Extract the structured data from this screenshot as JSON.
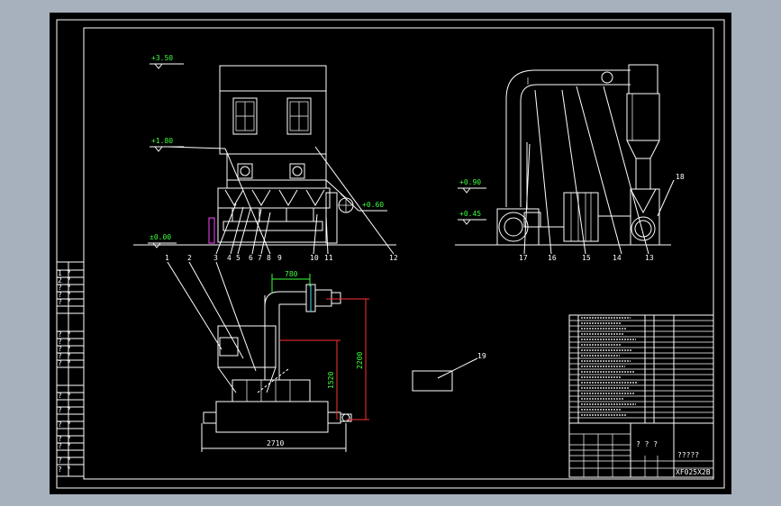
{
  "elevations": {
    "top": "+3.50",
    "mid": "+1.80",
    "zero": "±0.00",
    "fan": "+0.60",
    "right_a": "+0.90",
    "right_b": "+0.45"
  },
  "dimensions": {
    "d780": "780",
    "d2200": "2200",
    "d1520": "1520",
    "d2710": "2710"
  },
  "callouts": [
    "1",
    "2",
    "3",
    "4",
    "5",
    "6",
    "7",
    "8",
    "9",
    "10",
    "11",
    "12",
    "13",
    "14",
    "15",
    "16",
    "17",
    "18",
    "19"
  ],
  "title_block": {
    "name": "? ? ?",
    "drawing_name": "?????",
    "code": "XF025X2B",
    "side_marks": [
      "1 ?",
      "2 ?",
      "? ?",
      "? ?",
      "? ?",
      "? ?",
      "? ?",
      "? ?",
      "? ?",
      "? ?",
      "? ?",
      "? ?",
      "? ?",
      "? ?",
      "? ?",
      "? ?",
      "? ?"
    ]
  }
}
